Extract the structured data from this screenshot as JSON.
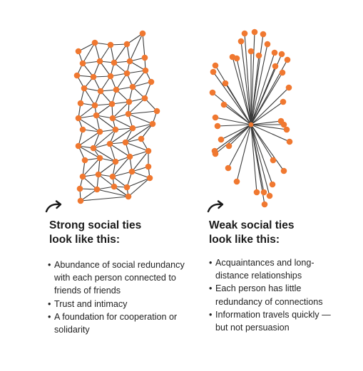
{
  "strong": {
    "heading_line1": "Strong social ties",
    "heading_line2": "look like this:",
    "bullets": [
      "Abundance of social redundancy with each person connected to friends of friends",
      "Trust and intimacy",
      "A foundation for cooperation or solidarity"
    ]
  },
  "weak": {
    "heading_line1": "Weak social ties",
    "heading_line2": "look like this:",
    "bullets": [
      "Acquaintances and long-distance relationships",
      "Each person has little redundancy of connections",
      "Information travels quickly — but not persuasion"
    ]
  },
  "colors": {
    "node": "#f07830",
    "edge": "#3a3a3a",
    "text": "#1a1a1a"
  },
  "icons": [
    "curved-arrow-icon"
  ]
}
